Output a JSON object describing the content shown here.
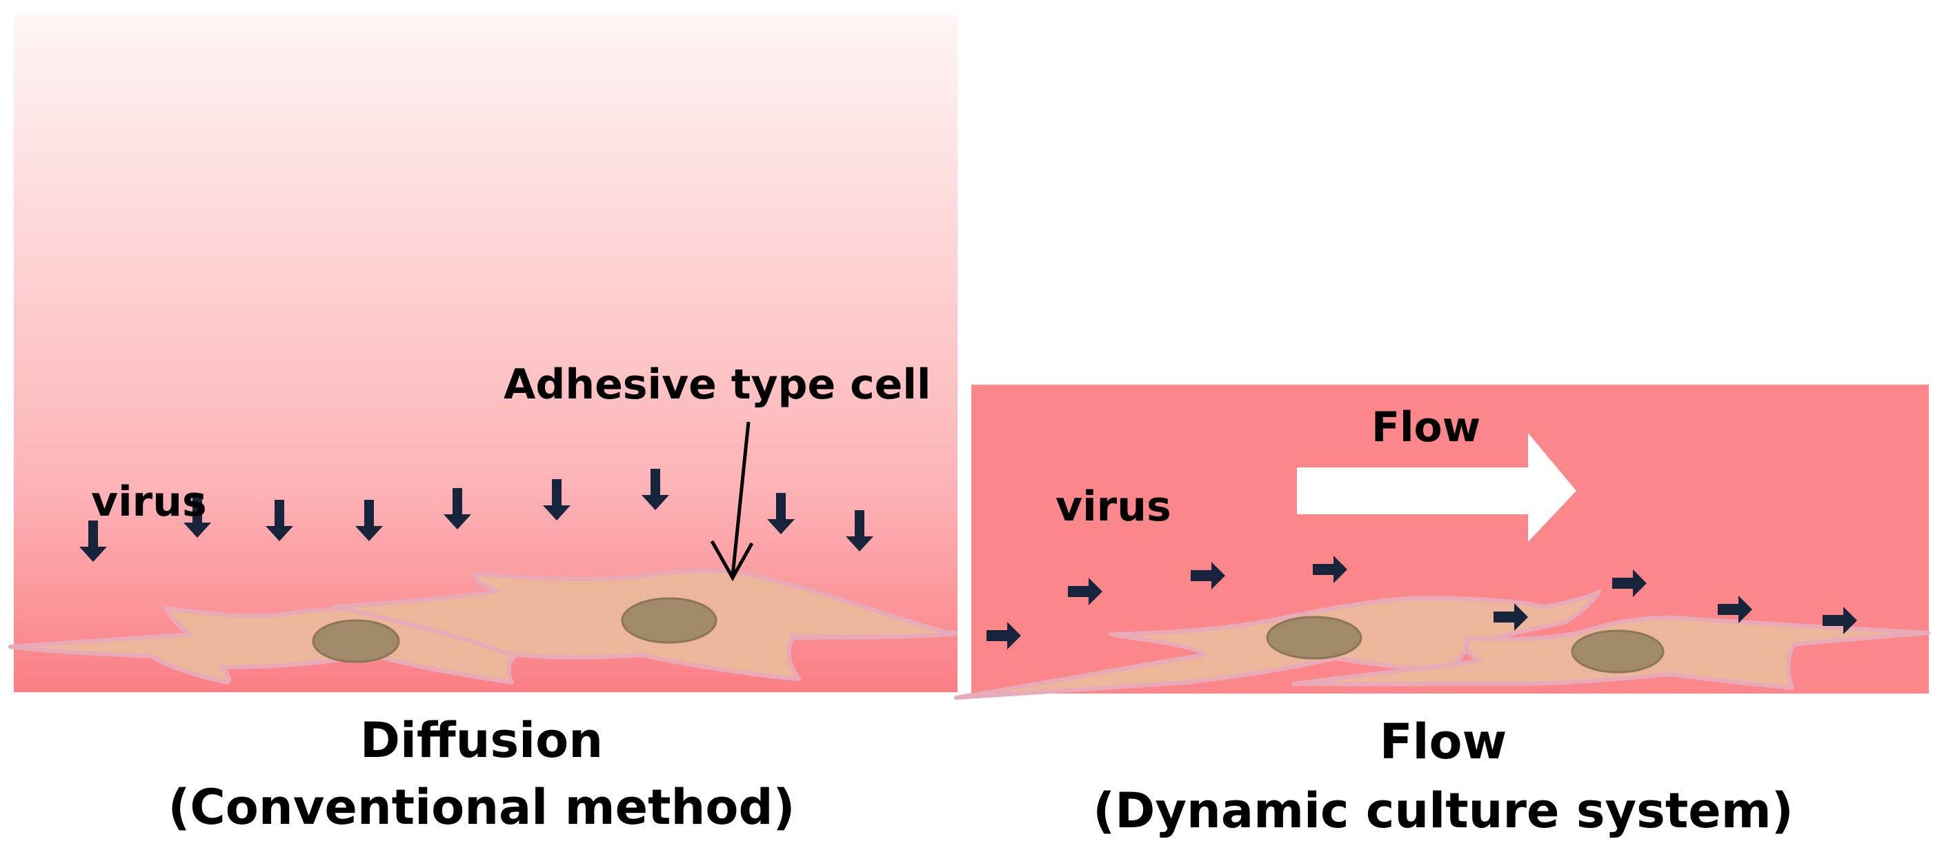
{
  "colors": {
    "medium_left_top": "#fff5f5",
    "medium_left_bottom": "#fa7f84",
    "medium_right": "#fc878b",
    "cell_fill": "#ecb69a",
    "cell_edge": "#e8a9b8",
    "nucleus": "#a08a69",
    "virus_arrow": "#16243c",
    "flow_arrow": "#ffffff"
  },
  "left_panel": {
    "virus_label": "virus",
    "cell_label": "Adhesive type cell",
    "caption_line1": "Diffusion",
    "caption_line2": "(Conventional method)",
    "arrow_direction": "down"
  },
  "right_panel": {
    "virus_label": "virus",
    "flow_label": "Flow",
    "caption_line1": "Flow",
    "caption_line2": "(Dynamic culture system)",
    "arrow_direction": "right"
  },
  "icons": {
    "virus_arrow": "small-arrow-icon",
    "flow_arrow": "large-block-arrow-icon"
  }
}
